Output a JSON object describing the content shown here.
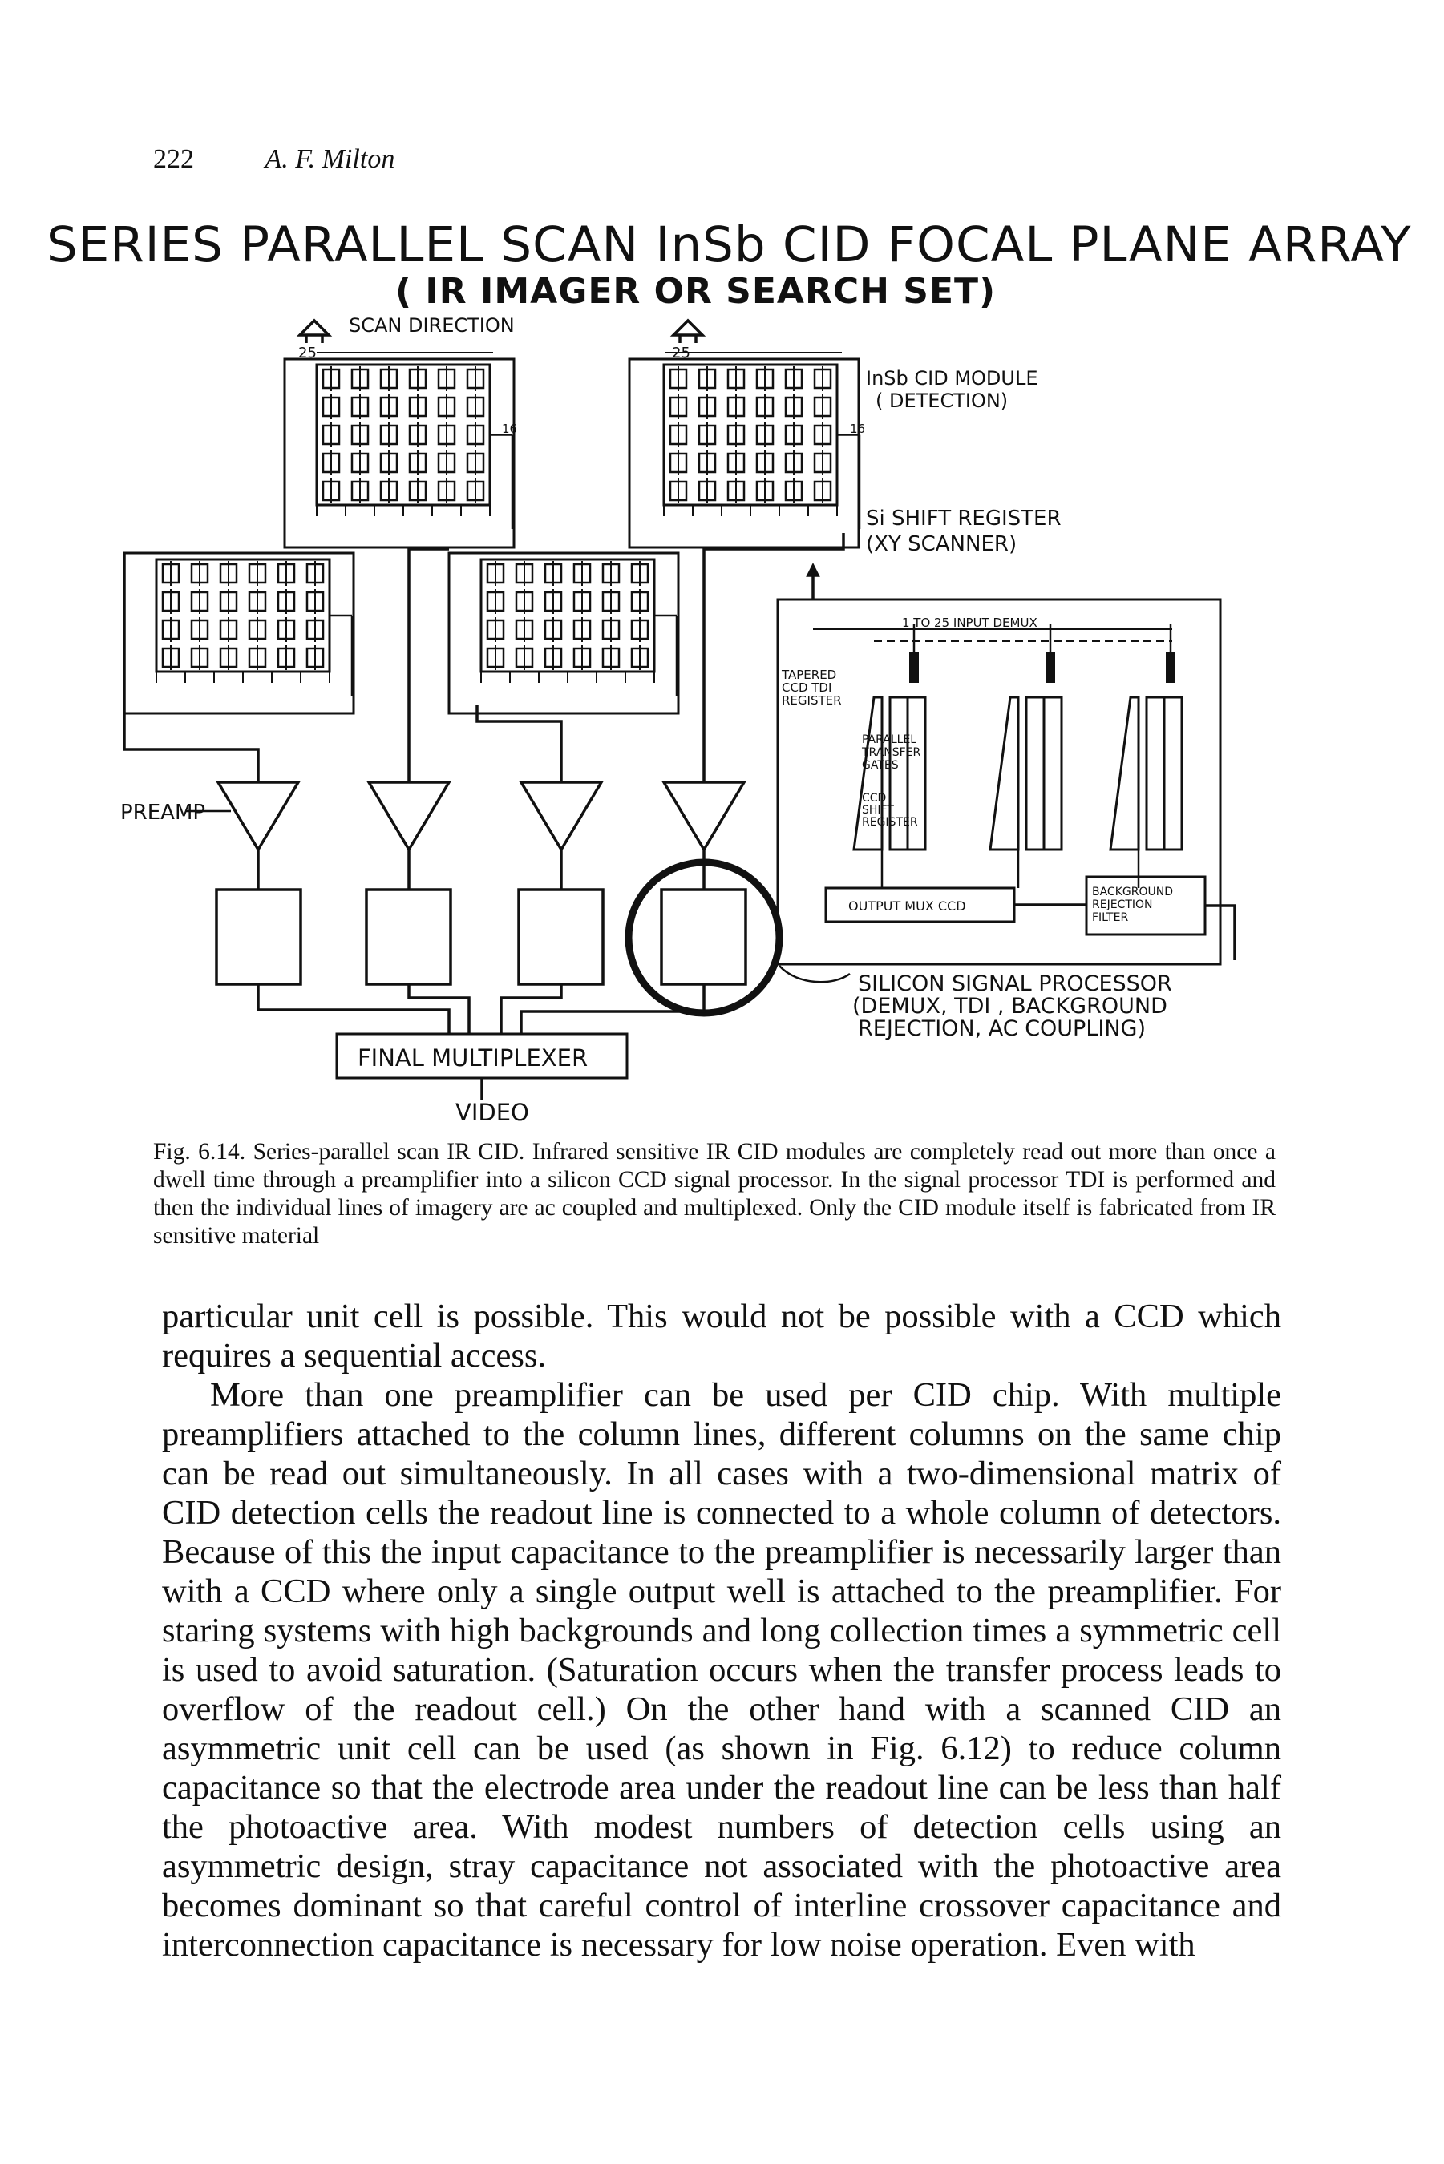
{
  "header": {
    "page_number": "222",
    "author": "A. F. Milton"
  },
  "figure": {
    "title": "SERIES PARALLEL SCAN InSb CID FOCAL PLANE ARRAY",
    "subtitle": "( IR IMAGER OR SEARCH SET)",
    "labels": {
      "scan_direction": "SCAN DIRECTION",
      "count_25_left": "25",
      "count_25_right": "25",
      "count_16_left": "16",
      "count_16_right": "16",
      "insb_module_1": "InSb CID MODULE",
      "insb_module_2": "( DETECTION)",
      "si_shift_1": "Si SHIFT REGISTER",
      "si_shift_2": "(XY SCANNER)",
      "input_demux": "1 TO 25 INPUT DEMUX",
      "tapered_1": "TAPERED",
      "tapered_2": "CCD TDI",
      "tapered_3": "REGISTER",
      "parallel_1": "PARALLEL",
      "parallel_2": "TRANSFER",
      "parallel_3": "GATES",
      "ccd_shift_1": "CCD",
      "ccd_shift_2": "SHIFT",
      "ccd_shift_3": "REGISTER",
      "output_mux": "OUTPUT MUX CCD",
      "bg_filter_1": "BACKGROUND",
      "bg_filter_2": "REJECTION",
      "bg_filter_3": "FILTER",
      "preamp": "PREAMP",
      "ssp_1": "SILICON SIGNAL PROCESSOR",
      "ssp_2": "(DEMUX, TDI , BACKGROUND",
      "ssp_3": "REJECTION, AC COUPLING)",
      "final_mux": "FINAL MULTIPLEXER",
      "video": "VIDEO"
    }
  },
  "caption": "Fig. 6.14. Series-parallel scan IR CID. Infrared sensitive IR CID modules are completely read out more than once a dwell time through a preamplifier into a silicon CCD signal processor. In the signal processor TDI is performed and then the individual lines of imagery are ac coupled and multiplexed. Only the CID module itself is fabricated from IR sensitive material",
  "body": {
    "p1": "particular unit cell is possible. This would not be possible with a CCD which requires a sequential access.",
    "p2": "More than one preamplifier can be used per CID chip. With multiple preamplifiers attached to the column lines, different columns on the same chip can be read out simultaneously. In all cases with a two-dimensional matrix of CID detection cells the readout line is connected to a whole column of detectors. Because of this the input capacitance to the preamplifier is necessarily larger than with a CCD where only a single output well is attached to the preamplifier. For staring systems with high backgrounds and long collection times a symmetric cell is used to avoid saturation. (Saturation occurs when the transfer process leads to overflow of the readout cell.) On the other hand with a scanned CID an asymmetric unit cell can be used (as shown in Fig. 6.12) to reduce column capacitance so that the electrode area under the readout line can be less than half the photoactive area. With modest numbers of detection cells using an asymmetric design, stray capacitance not associated with the photoactive area becomes dominant so that careful control of interline crossover capacitance and interconnection capacitance is necessary for low noise operation. Even with"
  }
}
